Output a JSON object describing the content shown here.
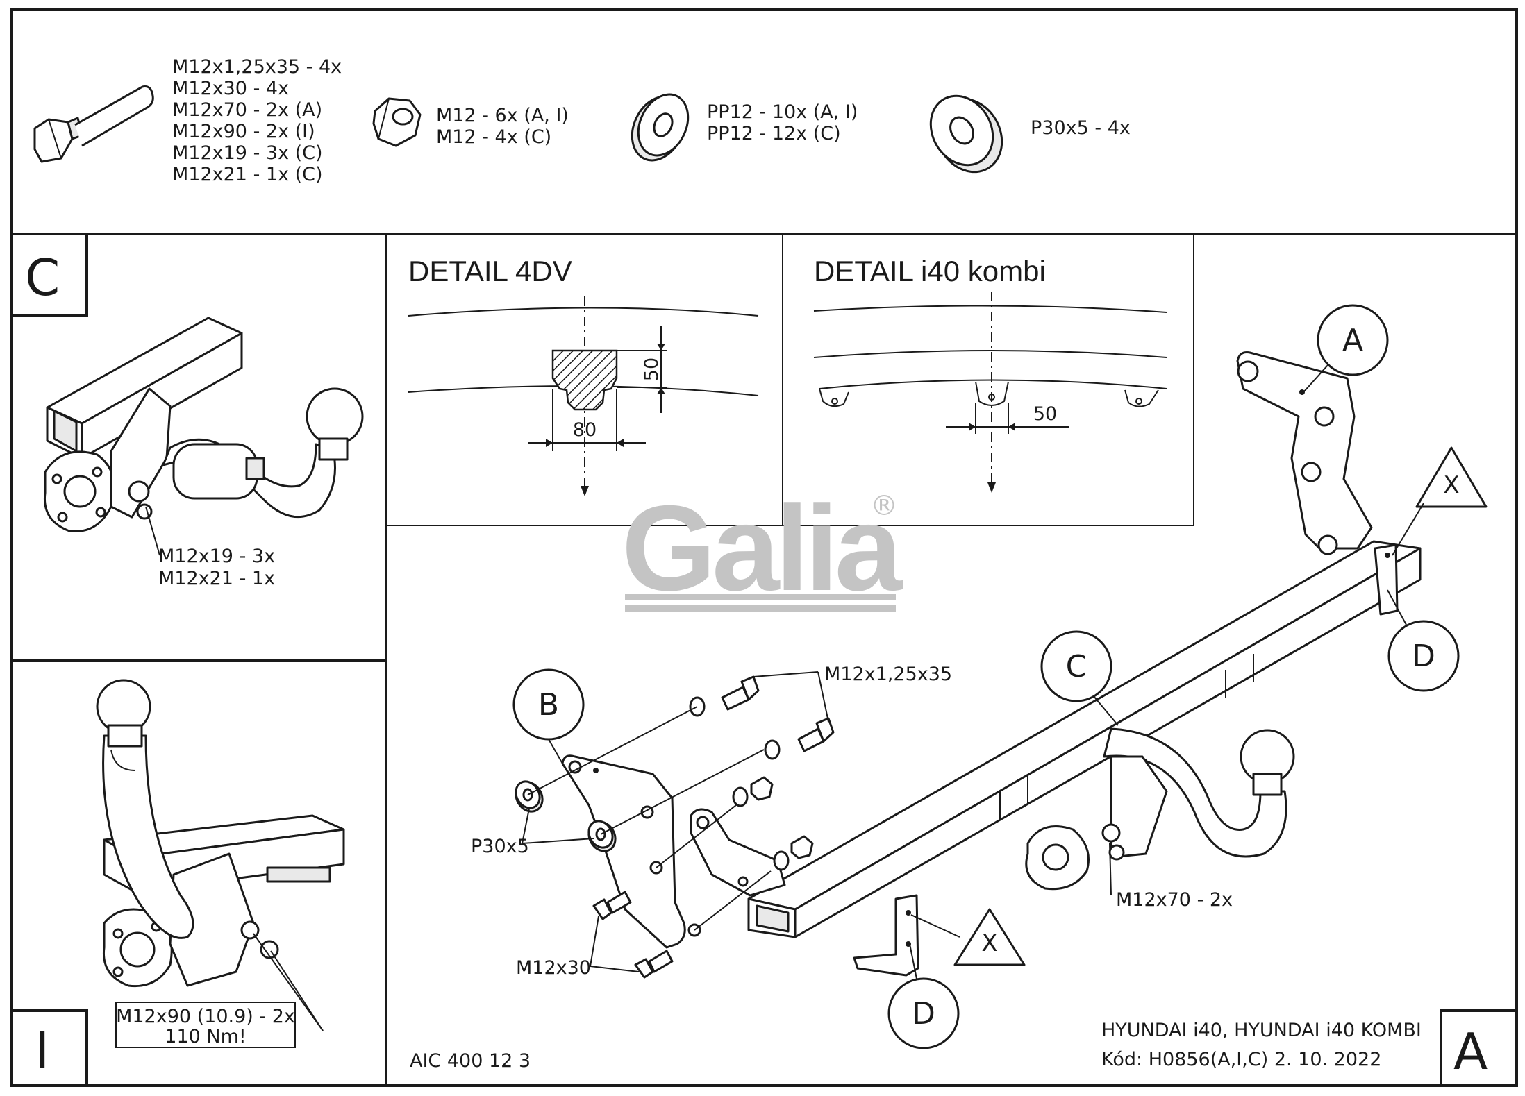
{
  "parts_list": {
    "bolt": [
      "M12x1,25x35 - 4x",
      "M12x30 - 4x",
      "M12x70 - 2x (A)",
      "M12x90 - 2x (I)",
      "M12x19 - 3x (C)",
      "M12x21 - 1x (C)"
    ],
    "nut": [
      "M12 - 6x (A, I)",
      "M12 - 4x (C)"
    ],
    "washer": [
      "PP12 - 10x (A, I)",
      "PP12 - 12x (C)"
    ],
    "plate_washer": [
      "P30x5 - 4x"
    ]
  },
  "panel_c": {
    "corner_letter": "C",
    "bolt_notes": [
      "M12x19 - 3x",
      "M12x21 - 1x"
    ]
  },
  "panel_i": {
    "corner_letter": "I",
    "torque_note": [
      "M12x90 (10.9) - 2x",
      "110 Nm!"
    ]
  },
  "detail_4dv": {
    "title": "DETAIL   4DV",
    "dim_height": "50",
    "dim_width": "80"
  },
  "detail_kombi": {
    "title": "DETAIL i40 kombi",
    "dim_width": "50"
  },
  "main_assembly": {
    "corner_letter": "A",
    "callouts": {
      "a": "A",
      "b": "B",
      "c": "C",
      "d_top": "D",
      "d_bottom": "D"
    },
    "triangles": {
      "top": "X",
      "bottom": "X"
    },
    "labels": {
      "bolt_top": "M12x1,25x35",
      "plate_washer": "P30x5",
      "bolt_bottom": "M12x30",
      "bolt_ball": "M12x70 - 2x"
    },
    "code": "AIC 400 12 3",
    "vehicle": "HYUNDAI  i40, HYUNDAI i40 KOMBI",
    "kod": "Kód: H0856(A,I,C)  2. 10. 2022"
  },
  "watermark": {
    "brand": "Galia",
    "mark": "®"
  }
}
